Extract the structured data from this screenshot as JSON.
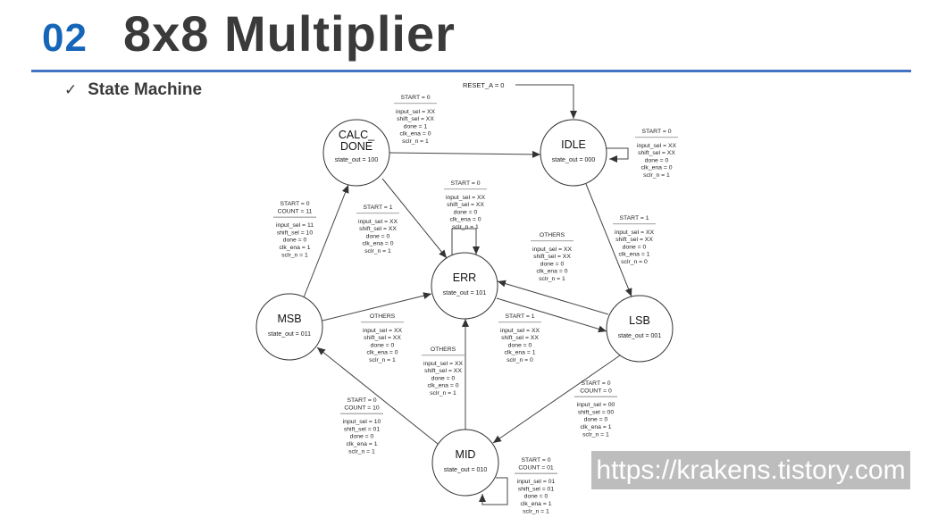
{
  "header": {
    "number": "02",
    "title": "8x8 Multiplier"
  },
  "subtitle": {
    "check": "✓",
    "text": "State Machine"
  },
  "reset_label": "RESET_A = 0",
  "states": [
    {
      "id": "calc",
      "name": "CALC_\nDONE",
      "state_out": "state_out = 100"
    },
    {
      "id": "idle",
      "name": "IDLE",
      "state_out": "state_out = 000"
    },
    {
      "id": "err",
      "name": "ERR",
      "state_out": "state_out = 101"
    },
    {
      "id": "msb",
      "name": "MSB",
      "state_out": "state_out = 011"
    },
    {
      "id": "lsb",
      "name": "LSB",
      "state_out": "state_out = 001"
    },
    {
      "id": "mid",
      "name": "MID",
      "state_out": "state_out = 010"
    }
  ],
  "labels": [
    {
      "id": "calc_idle",
      "cond": [
        "START = 0"
      ],
      "out": [
        "input_sel = XX",
        "shift_sel = XX",
        "done = 1",
        "clk_ena = 0",
        "sclr_n = 1"
      ]
    },
    {
      "id": "idle_self",
      "cond": [
        "START = 0"
      ],
      "out": [
        "input_sel = XX",
        "shift_sel = XX",
        "done = 0",
        "clk_ena = 0",
        "sclr_n = 1"
      ]
    },
    {
      "id": "err_self",
      "cond": [
        "START = 0"
      ],
      "out": [
        "input_sel = XX",
        "shift_sel = XX",
        "done = 0",
        "clk_ena = 0",
        "sclr_n = 1"
      ]
    },
    {
      "id": "calc_err",
      "cond": [
        "START = 1"
      ],
      "out": [
        "input_sel = XX",
        "shift_sel = XX",
        "done = 0",
        "clk_ena = 0",
        "sclr_n = 1"
      ]
    },
    {
      "id": "msb_calc",
      "cond": [
        "START = 0",
        "COUNT = 11"
      ],
      "out": [
        "input_sel = 11",
        "shift_sel = 10",
        "done = 0",
        "clk_ena = 1",
        "sclr_n = 1"
      ]
    },
    {
      "id": "idle_lsb",
      "cond": [
        "START = 1"
      ],
      "out": [
        "input_sel = XX",
        "shift_sel = XX",
        "done = 0",
        "clk_ena = 1",
        "sclr_n = 0"
      ]
    },
    {
      "id": "lsb_err",
      "cond": [
        "OTHERS"
      ],
      "out": [
        "input_sel = XX",
        "shift_sel = XX",
        "done = 0",
        "clk_ena = 0",
        "sclr_n = 1"
      ]
    },
    {
      "id": "msb_err",
      "cond": [
        "OTHERS"
      ],
      "out": [
        "input_sel = XX",
        "shift_sel = XX",
        "done = 0",
        "clk_ena = 0",
        "sclr_n = 1"
      ]
    },
    {
      "id": "err_lsb",
      "cond": [
        "START = 1"
      ],
      "out": [
        "input_sel = XX",
        "shift_sel = XX",
        "done = 0",
        "clk_ena = 1",
        "sclr_n = 0"
      ]
    },
    {
      "id": "mid_err",
      "cond": [
        "OTHERS"
      ],
      "out": [
        "input_sel = XX",
        "shift_sel = XX",
        "done = 0",
        "clk_ena = 0",
        "sclr_n = 1"
      ]
    },
    {
      "id": "mid_msb",
      "cond": [
        "START = 0",
        "COUNT = 10"
      ],
      "out": [
        "input_sel = 10",
        "shift_sel = 01",
        "done = 0",
        "clk_ena = 1",
        "sclr_n = 1"
      ]
    },
    {
      "id": "lsb_mid",
      "cond": [
        "START = 0",
        "COUNT = 0"
      ],
      "out": [
        "input_sel = 00",
        "shift_sel = 00",
        "done = 0",
        "clk_ena = 1",
        "sclr_n = 1"
      ]
    },
    {
      "id": "mid_self",
      "cond": [
        "START = 0",
        "COUNT = 01"
      ],
      "out": [
        "input_sel = 01",
        "shift_sel = 01",
        "done = 0",
        "clk_ena = 1",
        "sclr_n = 1"
      ]
    }
  ],
  "watermark": "https://krakens.tistory.com"
}
